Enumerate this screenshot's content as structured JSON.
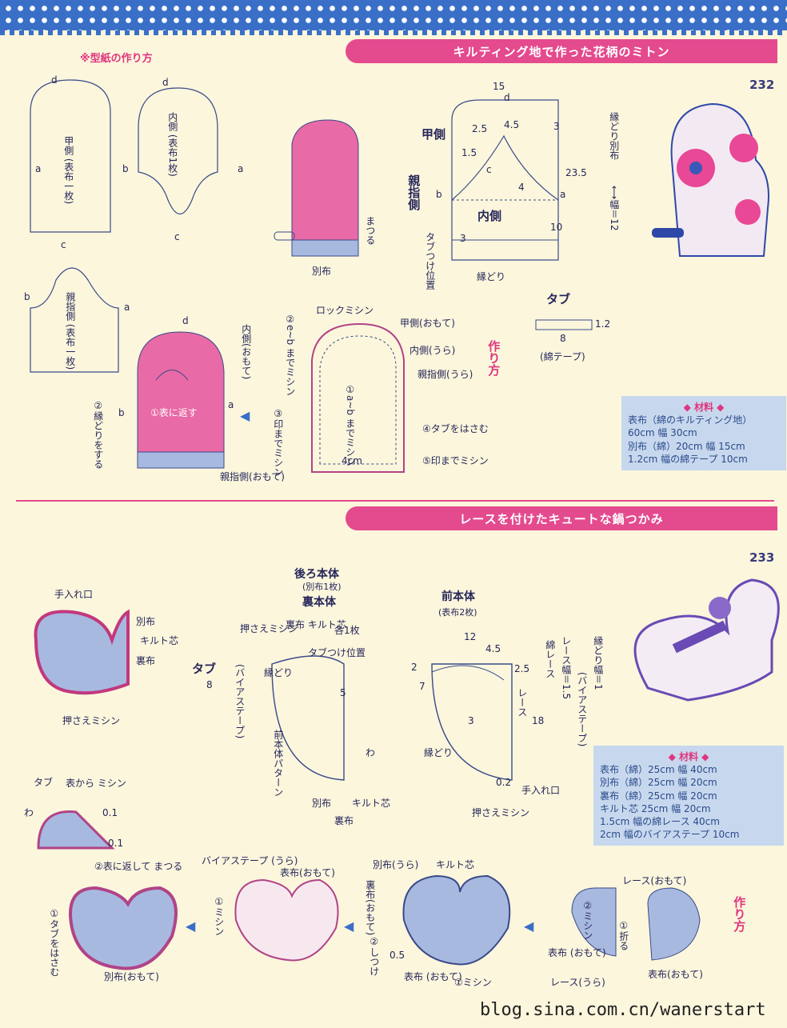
{
  "header": {
    "pattern_note": "※型紙の作り方",
    "section1_title": "キルティング地で作った花柄のミトン",
    "section1_page": "232",
    "section2_title": "レースを付けたキュートな鍋つかみ",
    "section2_page": "233",
    "credit": "blog.sina.com.cn/wanerstart"
  },
  "mitten_patterns": {
    "back": "甲側\n(表布一枚)",
    "inner": "内側\n(表布1枚)",
    "thumb": "親指側\n(表布一枚)",
    "letters": [
      "a",
      "b",
      "c",
      "d"
    ]
  },
  "mitten_labels": {
    "matsuru": "まつる",
    "bekkefu": "別布",
    "kou": "甲側",
    "oyayubi": "親指側",
    "uchigawa": "内側",
    "tabu_tsuke_ichi": "タブつけ位置",
    "fuchidori": "縁どり",
    "fuchidori_bekkefu": "縁どり別布",
    "haba": "⟷幅＝12",
    "dims": [
      "15",
      "d",
      "2.5",
      "4.5",
      "3",
      "1.5",
      "c",
      "4",
      "23.5",
      "b",
      "a",
      "10",
      "3"
    ]
  },
  "tab": {
    "title": "タブ",
    "w": "8",
    "h": "1.2",
    "label": "(綿テープ)"
  },
  "mitten_steps": {
    "step2": "②縁どりをする",
    "step1": "①表に返す",
    "uchigawa_omote": "内側(おもて)",
    "oyayubi_omote": "親指側(おもて)",
    "lock": "ロックミシン",
    "kou_omote": "甲側(おもて)",
    "uchi_ura": "内側(うら)",
    "oyayubi_ura": "親指側(うら)",
    "s1": "①a~b までミシン",
    "s2": "②e~b までミシン",
    "s3": "③印までミシン",
    "s4": "④タブをはさむ",
    "s5": "⑤印までミシン",
    "cm4": "4cm",
    "tsukurikata": "作り方"
  },
  "materials1": {
    "title": "◆ 材料 ◆",
    "lines": [
      "表布（綿のキルティング地）",
      "60cm 幅 30cm",
      "別布（綿）20cm 幅 15cm",
      "1.2cm 幅の綿テープ 10cm"
    ]
  },
  "potholder": {
    "teireguchi": "手入れ口",
    "bekkefu": "別布",
    "kiruto": "キルト芯",
    "urafu": "裏布",
    "osae": "押さえミシン",
    "ushiro_title": "後ろ本体",
    "ushiro_sub": "(別布1枚)",
    "ura_title": "裏本体",
    "osae2": "押さえミシン",
    "ura_kiruto": "裏布\nキルト芯",
    "kaku1": "各1枚",
    "tab_pos": "タブつけ位置",
    "fuchidori": "縁どり",
    "bias": "(バイアステープ)",
    "front_pattern": "前本体パターン",
    "wa": "わ",
    "tab": "タブ",
    "mae_title": "前本体",
    "mae_sub": "(表布2枚)",
    "dims": [
      "12",
      "4.5",
      "2",
      "7",
      "2.5",
      "3",
      "18",
      "0.2",
      "5",
      "8"
    ],
    "race": "レース",
    "race_haba": "レース幅＝1.5",
    "fuchi_haba": "縁どり幅＝1",
    "bias2": "(バイアステープ)",
    "teireguchi2": "手入れ口",
    "osae3": "押さえミシン",
    "wata_race": "綿レース"
  },
  "materials2": {
    "title": "◆ 材料 ◆",
    "lines": [
      "表布（綿）25cm 幅 40cm",
      "別布（綿）25cm 幅 20cm",
      "裏布（綿）25cm 幅 20cm",
      "キルト芯 25cm 幅 20cm",
      "1.5cm 幅の綿レース 40cm",
      "2cm 幅のバイアステープ 10cm"
    ]
  },
  "potholder_steps": {
    "tab": "タブ",
    "wa": "わ",
    "omotekara": "表から\nミシン",
    "d1": "0.1",
    "d2": "0.1",
    "s2": "②表に返して\nまつる",
    "s1": "①タブをはさむ",
    "bekkefu_omote": "別布(おもて)",
    "bias_ura": "バイアステープ\n(うら)",
    "omote": "表布(おもて)",
    "misin1": "①ミシン",
    "bekkefu_ura": "別布(うら)",
    "kiruto": "キルト芯",
    "ura": "裏布(おもて)",
    "shitsuke": "②しつけ",
    "d05": "0.5",
    "omote2": "表布\n(おもて)",
    "misin2": "①ミシン",
    "race_omote": "レース(おもて)",
    "oru": "①折る",
    "misin3": "②ミシン",
    "omote3": "表布\n(おもて)",
    "race_ura": "レース(うら)",
    "omote4": "表布(おもて)",
    "tsukurikata": "作り方"
  }
}
